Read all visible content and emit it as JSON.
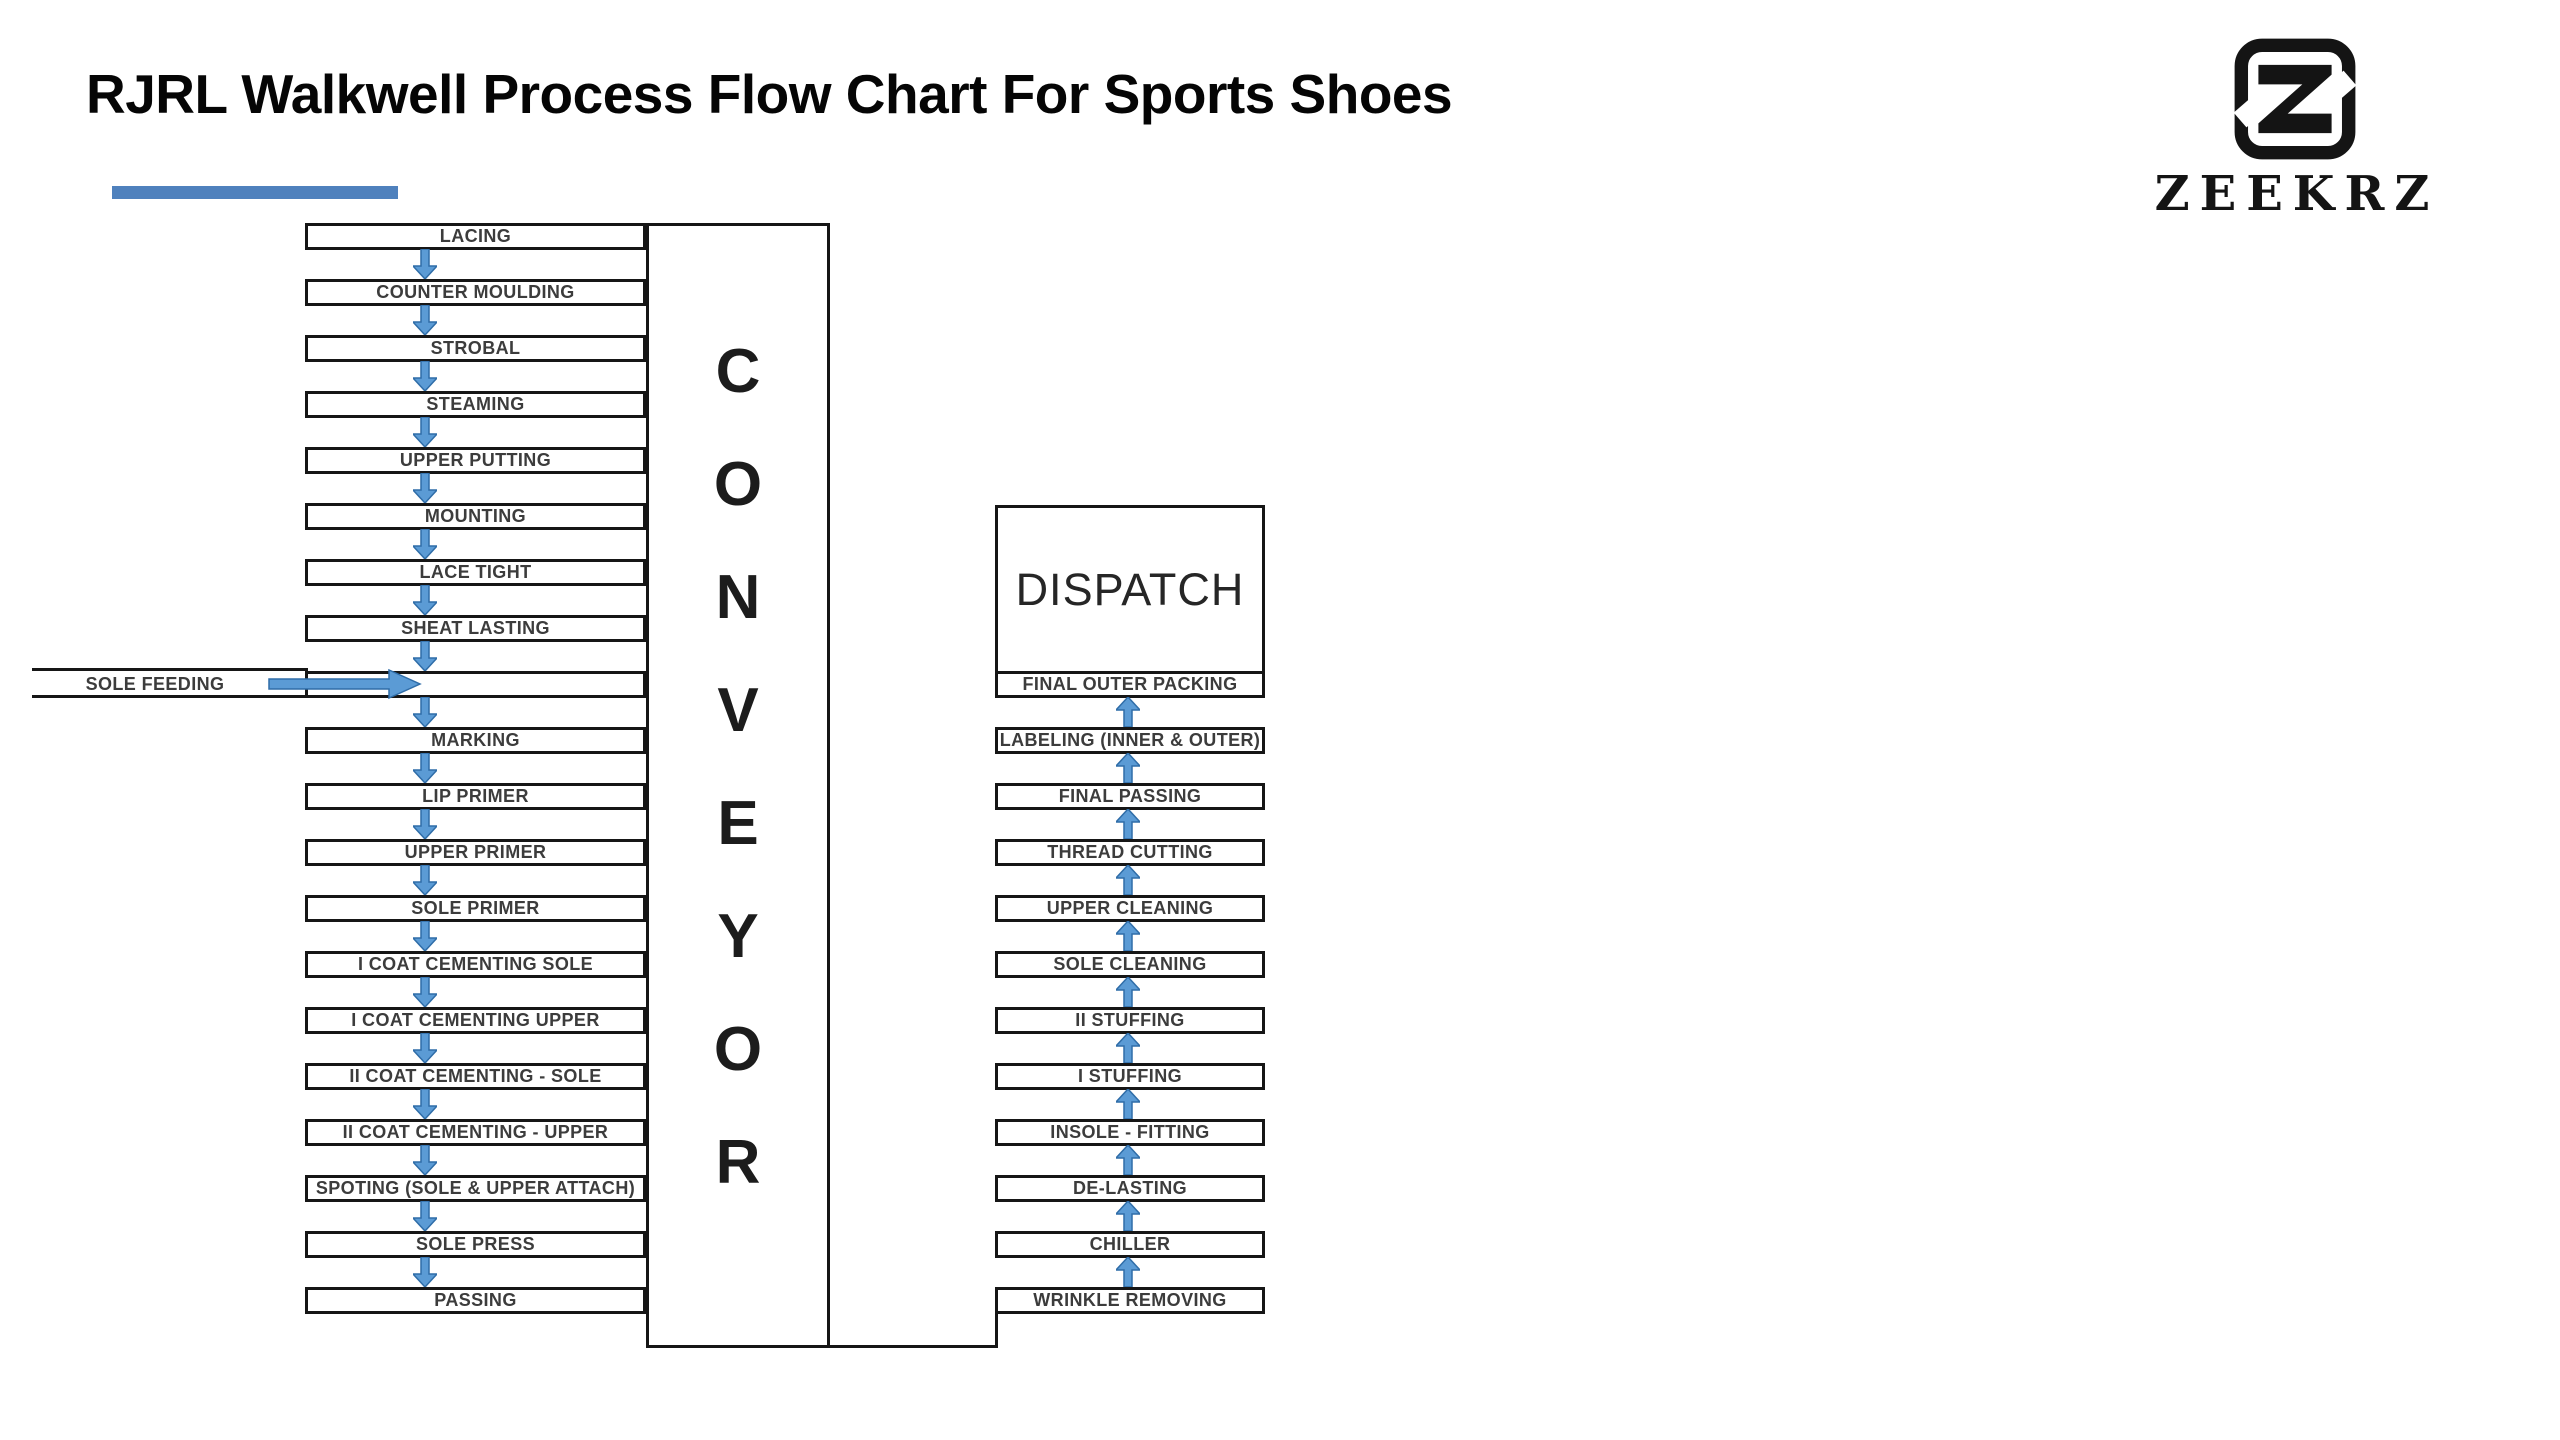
{
  "title": "RJRL Walkwell Process Flow Chart For Sports Shoes",
  "brand": {
    "name": "ZEEKRZ"
  },
  "dispatch_label": "DISPATCH",
  "sole_feeding_label": "SOLE FEEDING",
  "conveyor": {
    "word": "CONVEYOR",
    "letters": [
      "C",
      "O",
      "N",
      "V",
      "E",
      "Y",
      "O",
      "R"
    ]
  },
  "left_column": [
    "LACING",
    "COUNTER MOULDING",
    "STROBAL",
    "STEAMING",
    "UPPER PUTTING",
    "MOUNTING",
    "LACE TIGHT",
    "SHEAT LASTING",
    "",
    "MARKING",
    "LIP PRIMER",
    "UPPER PRIMER",
    "SOLE PRIMER",
    "I COAT CEMENTING SOLE",
    "I COAT CEMENTING UPPER",
    "II COAT CEMENTING - SOLE",
    "II COAT CEMENTING - UPPER",
    "SPOTING (SOLE & UPPER ATTACH)",
    "SOLE PRESS",
    "PASSING"
  ],
  "right_column": [
    "FINAL OUTER PACKING",
    "LABELING (INNER & OUTER)",
    "FINAL PASSING",
    "THREAD CUTTING",
    "UPPER CLEANING",
    "SOLE CLEANING",
    "II STUFFING",
    "I STUFFING",
    "INSOLE - FITTING",
    "DE-LASTING",
    "CHILLER",
    "WRINKLE REMOVING"
  ],
  "colors": {
    "accent_bar": "#4F81BD",
    "arrow_fill": "#5B9BD5",
    "arrow_edge": "#2F6DA8",
    "box_border": "#161616",
    "box_text": "#3c3c3c"
  }
}
